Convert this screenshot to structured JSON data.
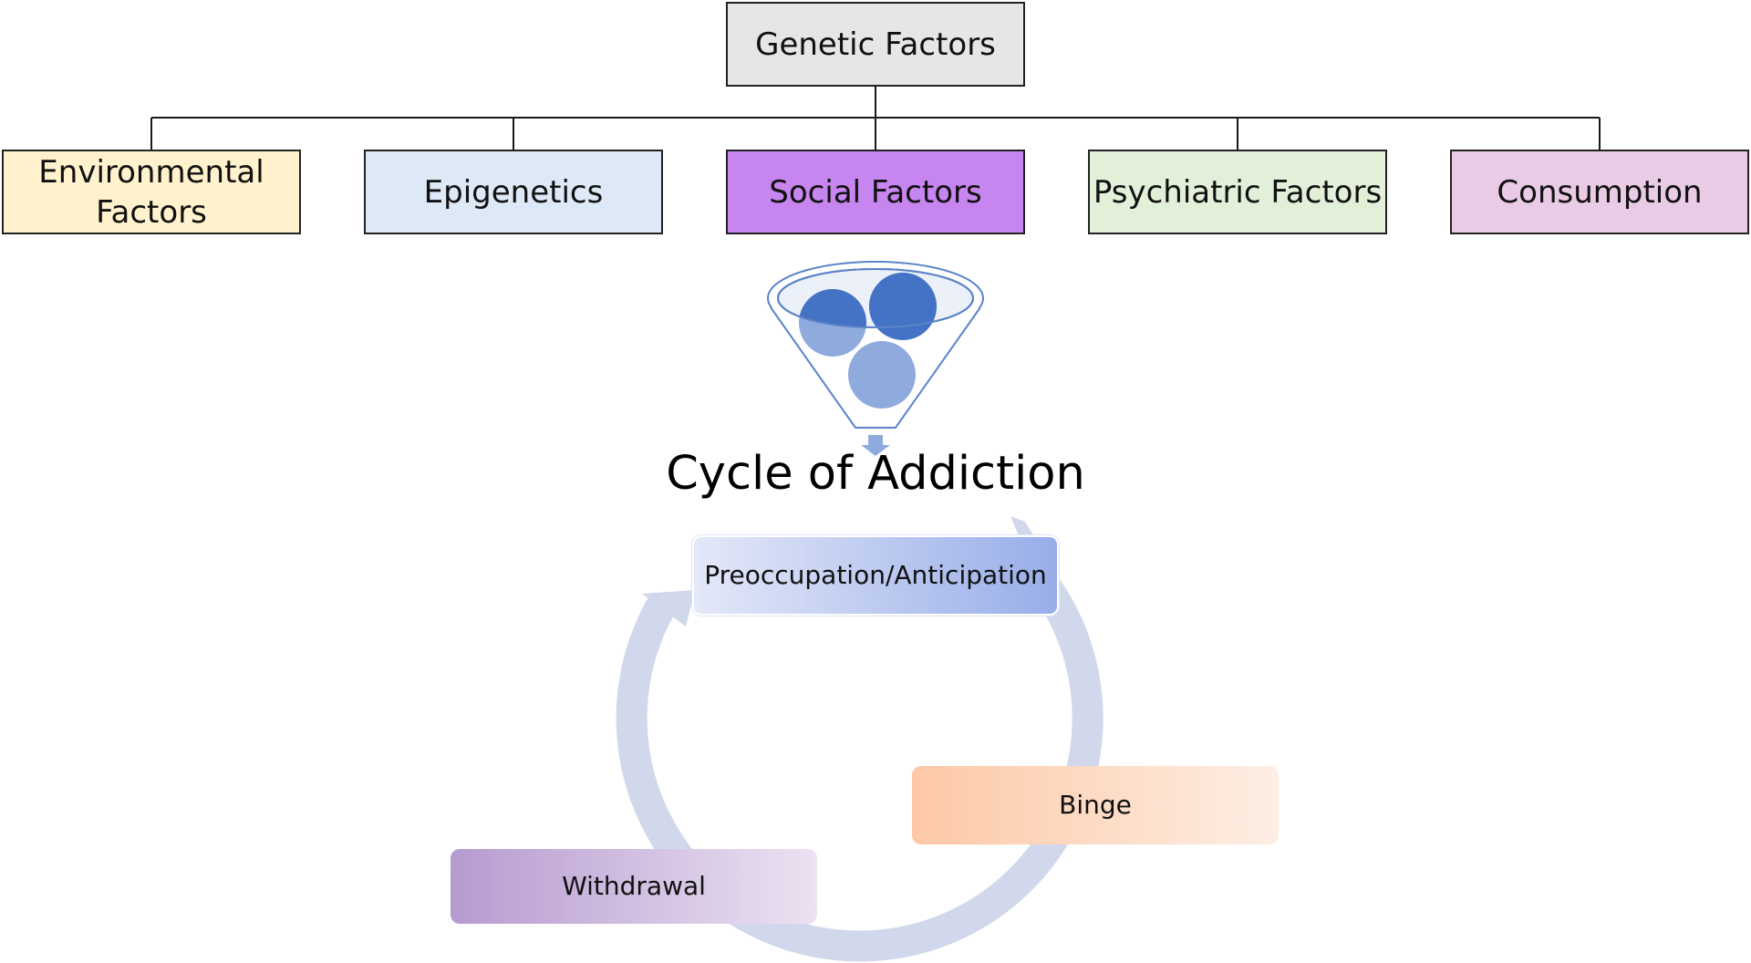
{
  "colors": {
    "genetic_fill": "#e6e6e6",
    "environmental_fill": "#fff2cc",
    "epigenetics_fill": "#dde9f6",
    "social_fill": "#c785f0",
    "psychiatric_fill": "#e2f0d9",
    "consumption_fill": "#e9cbe6",
    "connector_line": "#1a1a1a",
    "cycle_arrow": "#d2d8ec",
    "funnel_outline": "#5b83c8",
    "bubble_dark": "#4472c4",
    "bubble_light": "#8fabdd",
    "preoccupation_gradient": [
      "#e4e8f8",
      "#98aee9"
    ],
    "binge_gradient": [
      "#fdc8a6",
      "#fdeee4"
    ],
    "withdrawal_gradient": [
      "#b69bd0",
      "#ece2f2"
    ]
  },
  "factors": {
    "genetic": {
      "label": "Genetic Factors"
    },
    "environmental": {
      "label": "Environmental\nFactors"
    },
    "epigenetics": {
      "label": "Epigenetics"
    },
    "social": {
      "label": "Social Factors"
    },
    "psychiatric": {
      "label": "Psychiatric Factors"
    },
    "consumption": {
      "label": "Consumption"
    }
  },
  "funnel": {
    "icon": "funnel-icon",
    "arrow_icon": "down-arrow-icon"
  },
  "cycle": {
    "title": "Cycle of Addiction",
    "stages": {
      "preoccupation": "Preoccupation/Anticipation",
      "binge": "Binge",
      "withdrawal": "Withdrawal"
    }
  }
}
